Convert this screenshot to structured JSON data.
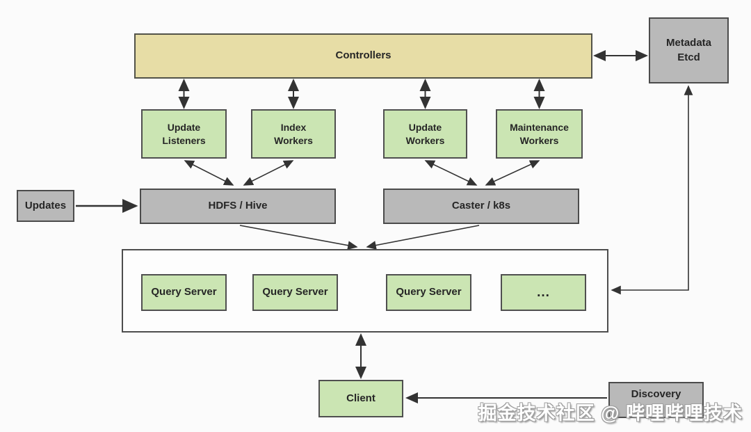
{
  "nodes": {
    "controllers": {
      "label": "Controllers",
      "fill": "#e7dda6"
    },
    "metadata_etcd": {
      "label": "Metadata\nEtcd",
      "fill": "#b9b9b9"
    },
    "update_listeners": {
      "label": "Update\nListeners",
      "fill": "#cbe5b3"
    },
    "index_workers": {
      "label": "Index\nWorkers",
      "fill": "#cbe5b3"
    },
    "update_workers": {
      "label": "Update\nWorkers",
      "fill": "#cbe5b3"
    },
    "maintenance_workers": {
      "label": "Maintenance\nWorkers",
      "fill": "#cbe5b3"
    },
    "updates": {
      "label": "Updates",
      "fill": "#b9b9b9"
    },
    "hdfs_hive": {
      "label": "HDFS / Hive",
      "fill": "#b9b9b9"
    },
    "caster_k8s": {
      "label": "Caster / k8s",
      "fill": "#b9b9b9"
    },
    "query_servers": {
      "labels": [
        "Query Server",
        "Query Server",
        "Query Server",
        "..."
      ],
      "fill": "#cbe5b3"
    },
    "client": {
      "label": "Client",
      "fill": "#cbe5b3"
    },
    "discovery": {
      "label": "Discovery",
      "fill": "#b9b9b9"
    }
  },
  "edges": [
    {
      "from": "controllers",
      "to": "update_listeners",
      "bidirectional": true
    },
    {
      "from": "controllers",
      "to": "index_workers",
      "bidirectional": true
    },
    {
      "from": "controllers",
      "to": "update_workers",
      "bidirectional": true
    },
    {
      "from": "controllers",
      "to": "maintenance_workers",
      "bidirectional": true
    },
    {
      "from": "controllers",
      "to": "metadata_etcd",
      "bidirectional": true
    },
    {
      "from": "update_listeners",
      "to": "hdfs_hive",
      "bidirectional": true
    },
    {
      "from": "index_workers",
      "to": "hdfs_hive",
      "bidirectional": true
    },
    {
      "from": "update_workers",
      "to": "caster_k8s",
      "bidirectional": true
    },
    {
      "from": "maintenance_workers",
      "to": "caster_k8s",
      "bidirectional": true
    },
    {
      "from": "updates",
      "to": "hdfs_hive",
      "bidirectional": false
    },
    {
      "from": "hdfs_hive",
      "to": "query_servers",
      "bidirectional": false
    },
    {
      "from": "caster_k8s",
      "to": "query_servers",
      "bidirectional": false
    },
    {
      "from": "metadata_etcd",
      "to": "query_servers",
      "bidirectional": true
    },
    {
      "from": "query_servers",
      "to": "client",
      "bidirectional": true
    },
    {
      "from": "discovery",
      "to": "client",
      "bidirectional": false
    }
  ],
  "colors": {
    "controller_fill": "#e7dda6",
    "green_fill": "#cbe5b3",
    "gray_fill": "#b9b9b9",
    "container_fill": "#fdfdfd",
    "border": "#4f4f4f",
    "line": "#333333",
    "background": "#fbfbfb",
    "watermark_text": "#ffffff"
  },
  "watermark": {
    "text": "掘金技术社区 @ 哔哩哔哩技术"
  }
}
